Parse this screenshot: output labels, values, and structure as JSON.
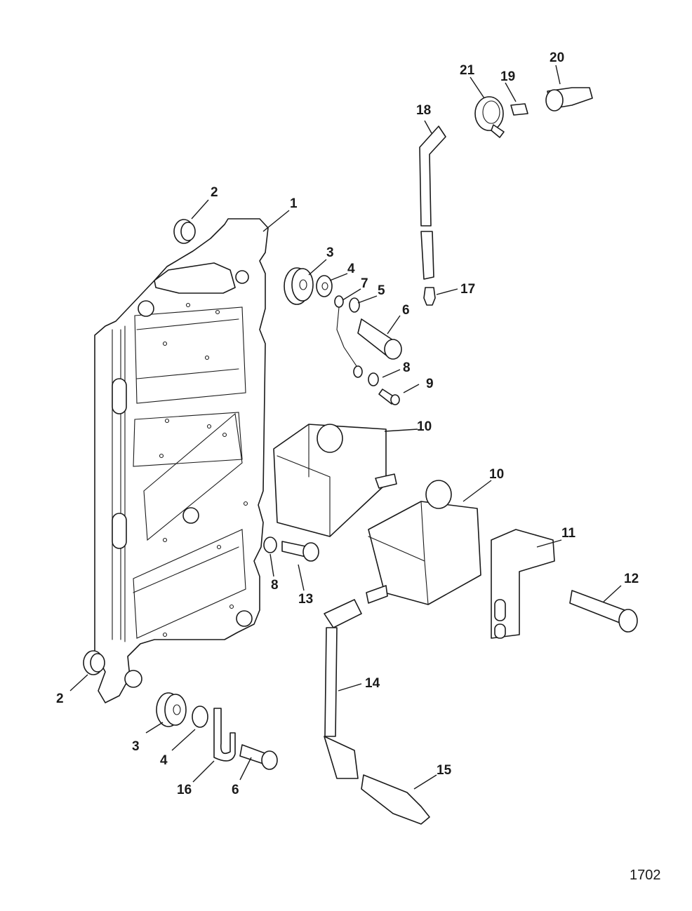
{
  "figure_number": "1702",
  "callouts": [
    {
      "id": "c1",
      "label": "1"
    },
    {
      "id": "c2a",
      "label": "2"
    },
    {
      "id": "c2b",
      "label": "2"
    },
    {
      "id": "c3a",
      "label": "3"
    },
    {
      "id": "c3b",
      "label": "3"
    },
    {
      "id": "c4a",
      "label": "4"
    },
    {
      "id": "c4b",
      "label": "4"
    },
    {
      "id": "c5",
      "label": "5"
    },
    {
      "id": "c6a",
      "label": "6"
    },
    {
      "id": "c6b",
      "label": "6"
    },
    {
      "id": "c7",
      "label": "7"
    },
    {
      "id": "c8a",
      "label": "8"
    },
    {
      "id": "c8b",
      "label": "8"
    },
    {
      "id": "c9",
      "label": "9"
    },
    {
      "id": "c10a",
      "label": "10"
    },
    {
      "id": "c10b",
      "label": "10"
    },
    {
      "id": "c11",
      "label": "11"
    },
    {
      "id": "c12",
      "label": "12"
    },
    {
      "id": "c13",
      "label": "13"
    },
    {
      "id": "c14",
      "label": "14"
    },
    {
      "id": "c15",
      "label": "15"
    },
    {
      "id": "c16",
      "label": "16"
    },
    {
      "id": "c17",
      "label": "17"
    },
    {
      "id": "c18",
      "label": "18"
    },
    {
      "id": "c19",
      "label": "19"
    },
    {
      "id": "c20",
      "label": "20"
    },
    {
      "id": "c21",
      "label": "21"
    }
  ]
}
